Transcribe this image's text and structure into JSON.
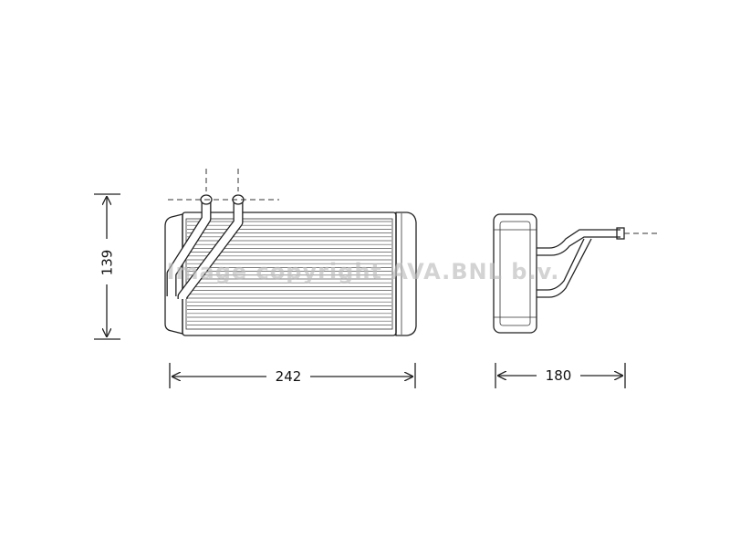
{
  "dimensions": {
    "height": "139",
    "width": "242",
    "depth": "180"
  },
  "watermark": "Image copyright AVA.BNL b.v."
}
